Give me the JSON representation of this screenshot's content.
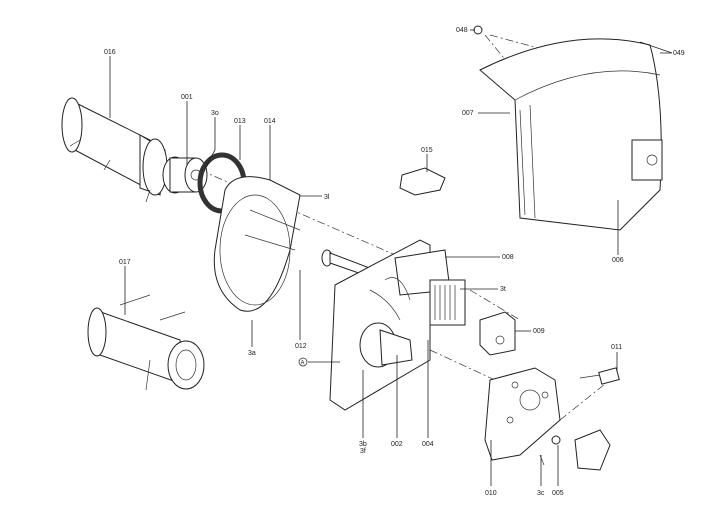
{
  "diagram": {
    "labels": {
      "p016": "016",
      "p001": "001",
      "p3o": "3o",
      "p013": "013",
      "p014": "014",
      "p3l": "3l",
      "p017": "017",
      "p3a": "3a",
      "p012": "012",
      "pA": "A",
      "p3b": "3b",
      "p3f": "3f",
      "p002": "002",
      "p004": "004",
      "p008": "008",
      "p3t": "3t",
      "p009": "009",
      "p011": "011",
      "p010": "010",
      "p3c": "3c",
      "p005": "005",
      "p006": "006",
      "p007": "007",
      "p015": "015",
      "p048": "048",
      "p049": "049"
    }
  }
}
